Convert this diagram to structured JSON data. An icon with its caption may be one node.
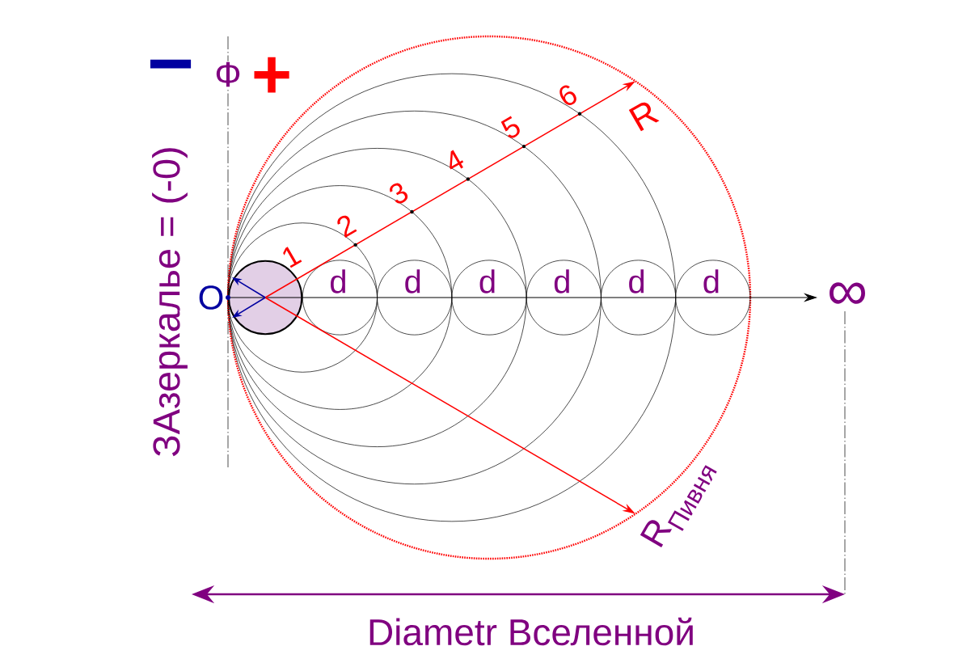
{
  "diagram": {
    "nodes": [
      {
        "text": [],
        "shape": "circle"
      },
      {
        "text": [
          "d"
        ]
      },
      {
        "text": [
          "d"
        ]
      },
      {
        "text": [
          "d"
        ]
      },
      {
        "text": [
          "d"
        ]
      },
      {
        "text": [
          "d"
        ]
      },
      {
        "text": [
          "d"
        ]
      }
    ],
    "labels": [
      "−",
      "Ф",
      "+",
      "6",
      "R",
      "5",
      "4",
      "3",
      "2",
      "ЗАзеркалье = (-0)",
      "1",
      "O",
      "∞",
      "R$_{Пивня}$",
      "Diametr Вселенной"
    ]
  }
}
